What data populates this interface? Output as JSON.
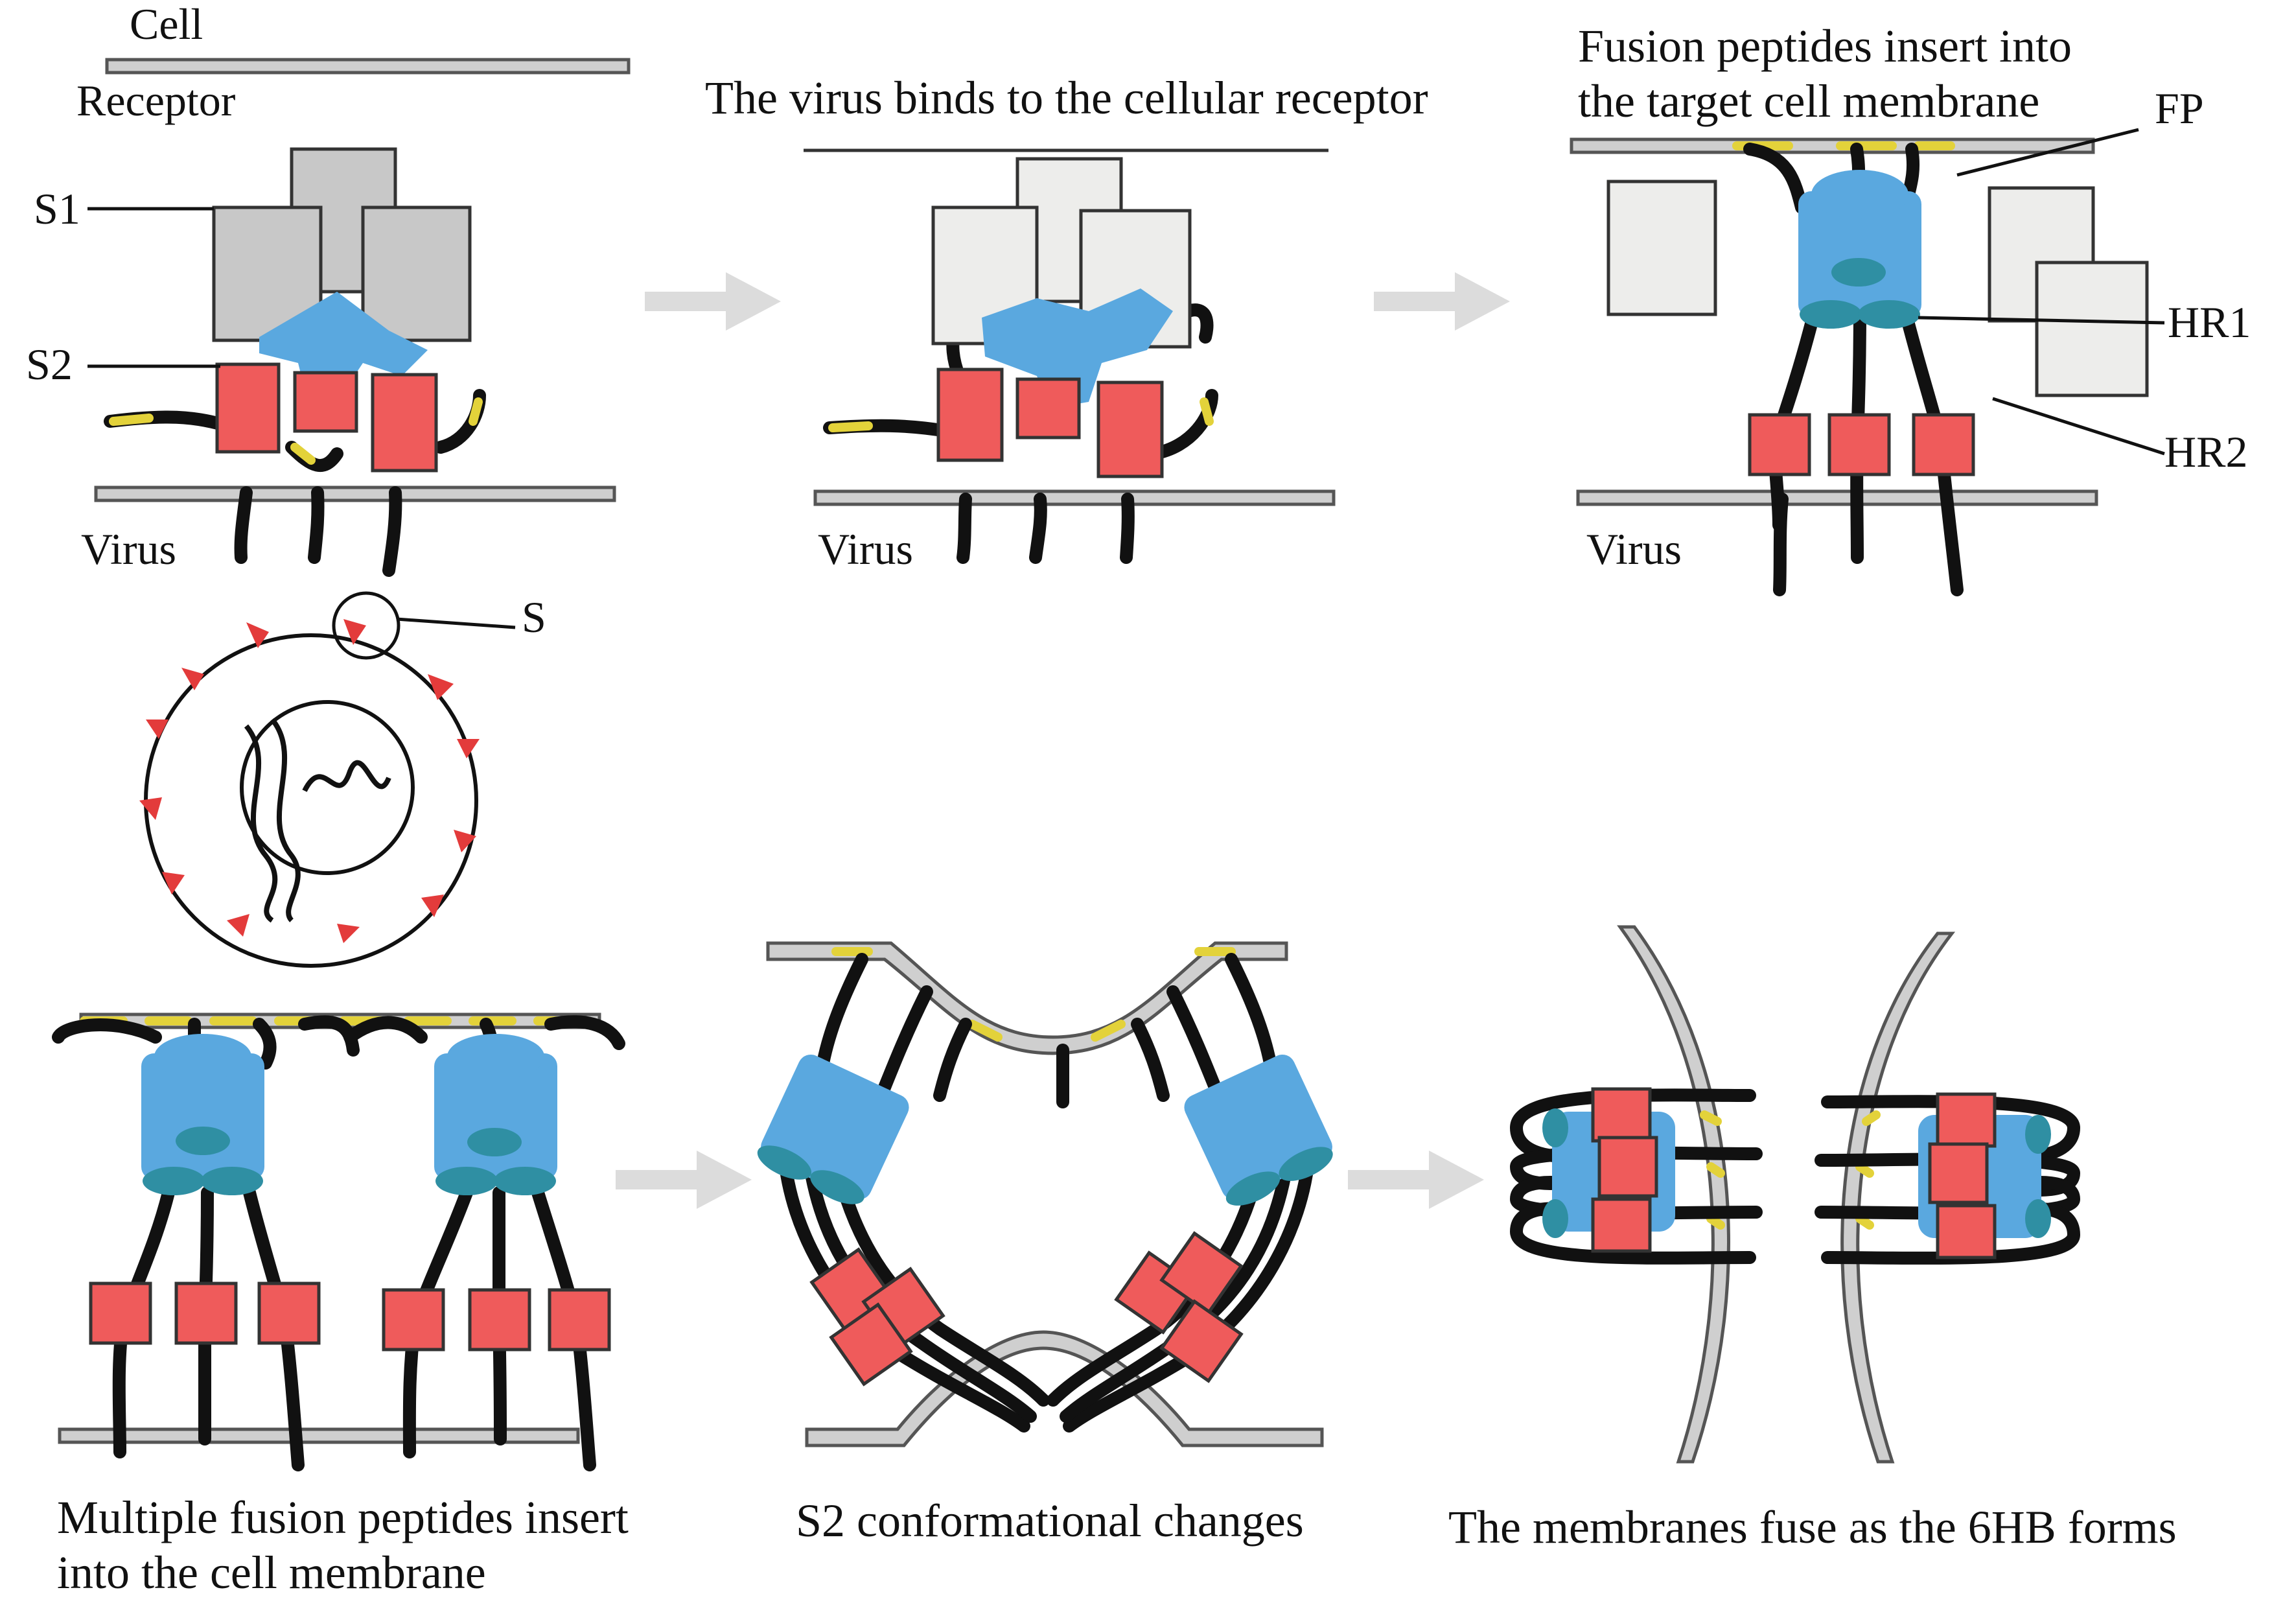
{
  "labels": {
    "cell": "Cell",
    "receptor": "Receptor",
    "s1": "S1",
    "s2": "S2",
    "virus_1": "Virus",
    "virus_2": "Virus",
    "virus_3": "Virus",
    "s": "S",
    "fp": "FP",
    "hr1": "HR1",
    "hr2": "HR2"
  },
  "captions": {
    "step2": "The virus binds to the cellular receptor",
    "step3_line1": "Fusion peptides insert into",
    "step3_line2": "the target cell membrane",
    "step4_line1": "Multiple fusion peptides insert",
    "step4_line2": "into the cell membrane",
    "step5": "S2 conformational changes",
    "step6": "The membranes fuse as the 6HB forms"
  },
  "colors": {
    "s1_domain": "#c8c8c8",
    "hr1_domain": "#5aa8df",
    "hr2_domain": "#ef5b5b",
    "fusion_peptide": "#e3d23a",
    "membrane": "#cfcfcf",
    "arrow": "#dcdcdc"
  }
}
